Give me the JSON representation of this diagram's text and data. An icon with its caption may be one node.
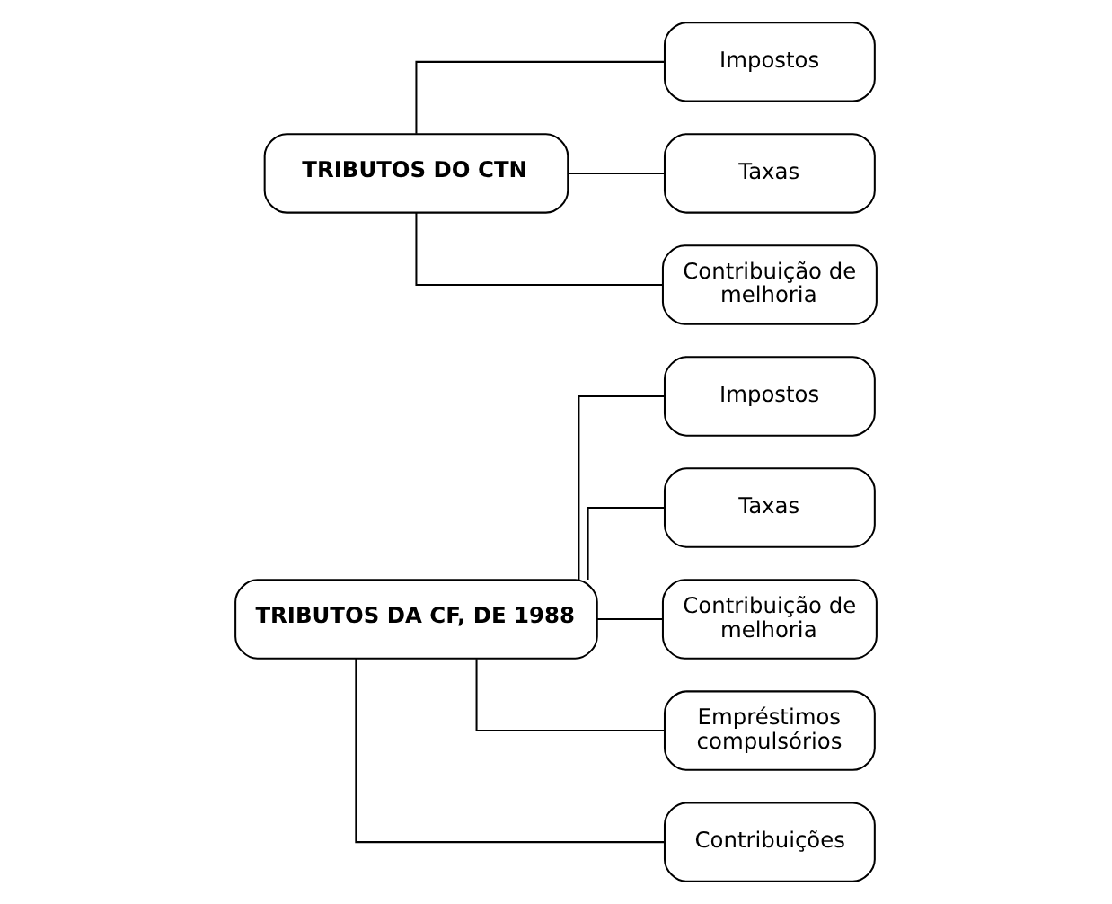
{
  "diagram": {
    "nodes": [
      {
        "text": [
          "TRIBUTOS DA CF, DE 1988"
        ]
      },
      {
        "text": [
          "Impostos"
        ]
      },
      {
        "text": [
          "Taxas"
        ]
      },
      {
        "text": [
          "Contribuição de melhoria"
        ]
      },
      {
        "text": [
          "Empréstimos compulsórios"
        ]
      },
      {
        "text": [
          "Contribuições"
        ]
      },
      {
        "text": [
          "TRIBUTOS DO CTN"
        ]
      },
      {
        "text": [
          "Impostos"
        ]
      },
      {
        "text": [
          "Taxas"
        ]
      },
      {
        "text": [
          "Contribuição de melhoria"
        ]
      }
    ],
    "edges": [
      {
        "from": 0,
        "to": 1,
        "arrow": "none"
      },
      {
        "from": 0,
        "to": 2,
        "arrow": "none"
      },
      {
        "from": 0,
        "to": 3,
        "arrow": "none"
      },
      {
        "from": 0,
        "to": 4,
        "arrow": "none"
      },
      {
        "from": 0,
        "to": 5,
        "arrow": "none"
      },
      {
        "from": 6,
        "to": 7,
        "arrow": "none"
      },
      {
        "from": 6,
        "to": 8,
        "arrow": "none"
      },
      {
        "from": 6,
        "to": 9,
        "arrow": "none"
      }
    ]
  }
}
